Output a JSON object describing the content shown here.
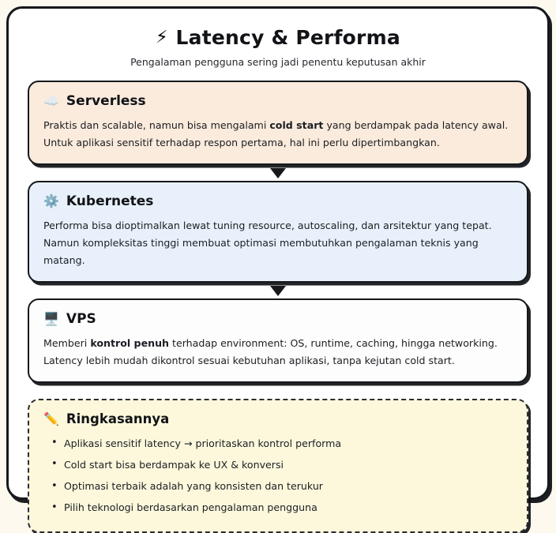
{
  "header": {
    "icon": "⚡",
    "icon_name": "lightning-bolt-icon",
    "title": "Latency & Performa",
    "subtitle": "Pengalaman pengguna sering jadi penentu keputusan akhir"
  },
  "cards": [
    {
      "id": "serverless",
      "icon": "☁️",
      "icon_name": "cloud-icon",
      "title": "Serverless",
      "body_prefix": "Praktis dan scalable, namun bisa mengalami ",
      "body_bold": "cold start",
      "body_suffix": " yang berdampak pada latency awal. Untuk aplikasi sensitif terhadap respon pertama, hal ini perlu dipertimbangkan.",
      "background": "#FBEBDC"
    },
    {
      "id": "kubernetes",
      "icon": "⚙️",
      "icon_name": "gear-icon",
      "title": "Kubernetes",
      "body_prefix": "Performa bisa dioptimalkan lewat tuning resource, autoscaling, dan arsitektur yang tepat. Namun kompleksitas tinggi membuat optimasi membutuhkan pengalaman teknis yang matang.",
      "body_bold": "",
      "body_suffix": "",
      "background": "#E8F1FB"
    },
    {
      "id": "vps",
      "icon": "🖥️",
      "icon_name": "desktop-computer-icon",
      "title": "VPS",
      "body_prefix": "Memberi ",
      "body_bold": "kontrol penuh",
      "body_suffix": " terhadap environment: OS, runtime, caching, hingga networking. Latency lebih mudah dikontrol sesuai kebutuhan aplikasi, tanpa kejutan cold start.",
      "background": "#FDFDFD"
    }
  ],
  "summary": {
    "icon": "✏️",
    "icon_name": "pencil-icon",
    "title": "Ringkasannya",
    "items": [
      "Aplikasi sensitif latency → prioritaskan kontrol performa",
      "Cold start bisa berdampak ke UX & konversi",
      "Optimasi terbaik adalah yang konsisten dan terukur",
      "Pilih teknologi berdasarkan pengalaman pengguna"
    ],
    "background": "#FDF8DC"
  },
  "theme": {
    "page_background": "#FDF9EF",
    "panel_background": "#FFFFFF",
    "border_color": "#16181C",
    "text_color": "#1B1E23"
  }
}
